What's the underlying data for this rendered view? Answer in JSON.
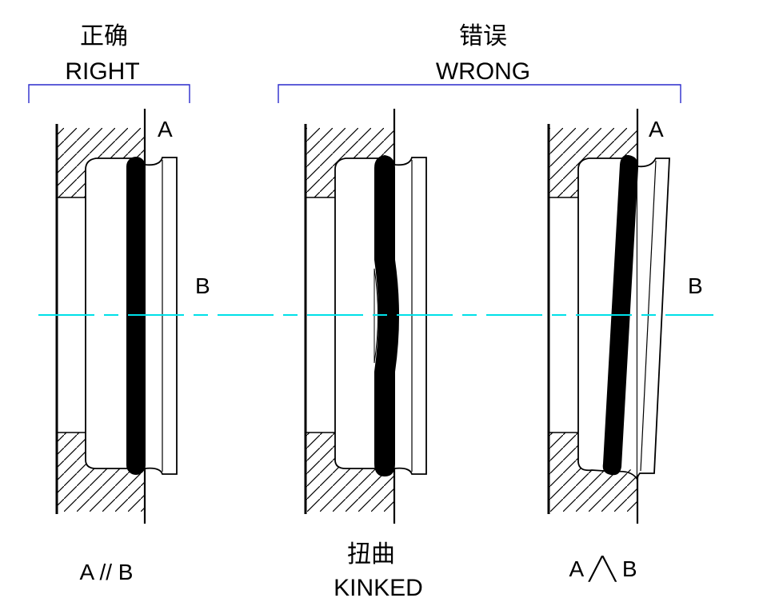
{
  "groups": {
    "right": {
      "title_cn": "正确",
      "title_en": "RIGHT"
    },
    "wrong": {
      "title_cn": "错误",
      "title_en": "WRONG"
    }
  },
  "figures": {
    "right": {
      "label_a": "A",
      "label_b": "B",
      "caption": "A // B"
    },
    "kinked": {
      "caption_cn": "扭曲",
      "caption_en": "KINKED"
    },
    "tilted": {
      "label_a": "A",
      "label_b": "B",
      "caption": "A ╱╲ B"
    }
  },
  "colors": {
    "bracket": "#2a2acc",
    "centerline": "#00e0e8",
    "ink": "#000000"
  }
}
